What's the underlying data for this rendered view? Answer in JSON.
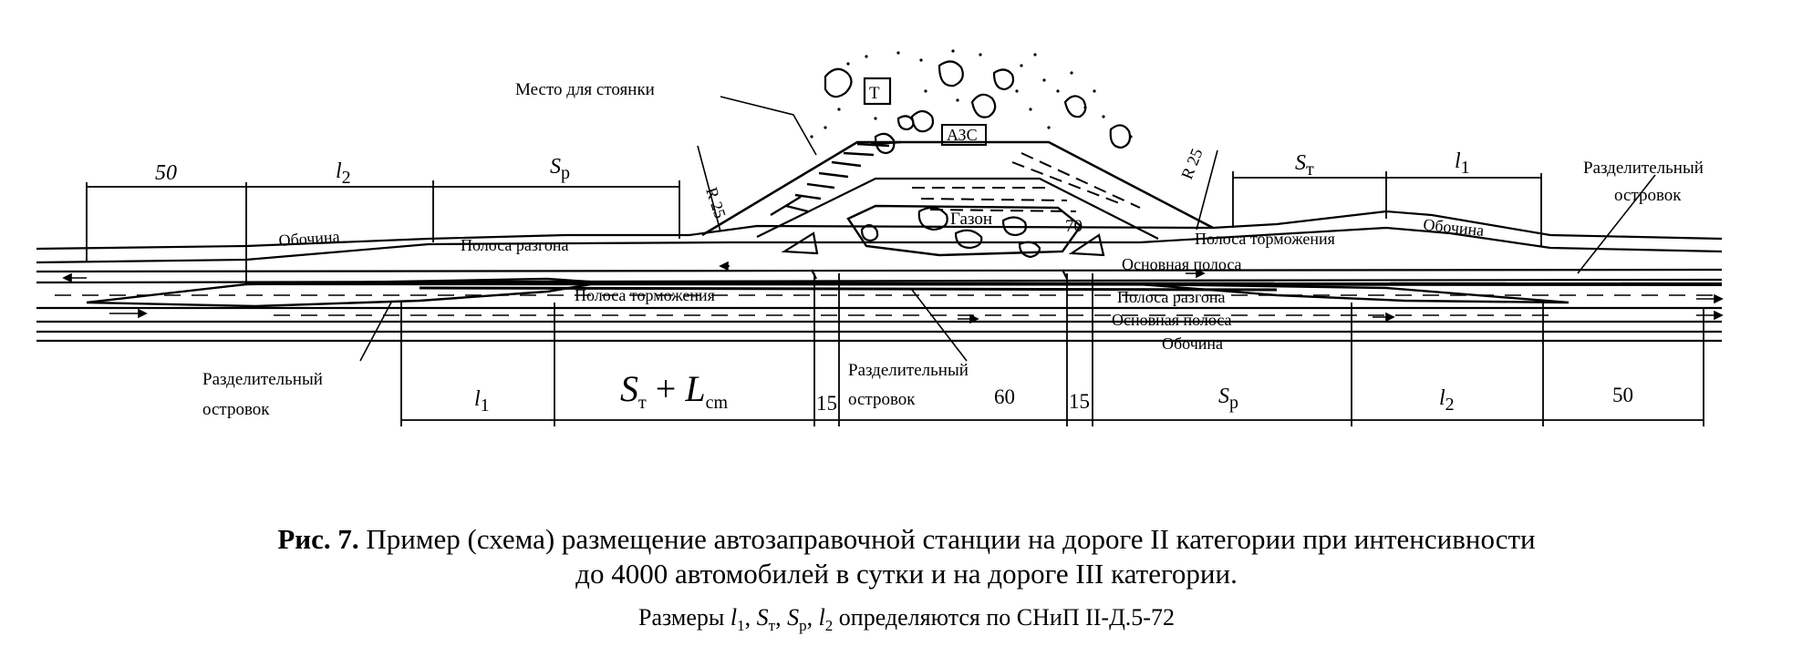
{
  "diagram": {
    "labels": {
      "parking": "Место для стоянки",
      "fuel_station": "АЗС",
      "toilet": "Т",
      "lawn": "Газон",
      "shoulder": "Обочина",
      "accel_lane": "Полоса разгона",
      "decel_lane": "Полоса торможения",
      "main_lane": "Основная полоса",
      "separator_line1": "Разделительный",
      "separator_line2": "островок",
      "radius": "R 25"
    },
    "dimensions": {
      "top": {
        "d50": "50",
        "l2_sym": "l",
        "l2_sub": "2",
        "sp_sym": "S",
        "sp_sub": "p",
        "st_sym": "S",
        "st_sub": "т",
        "l1_sym": "l",
        "l1_sub": "1",
        "angle70": "70"
      },
      "bottom": {
        "l1_sym": "l",
        "l1_sub": "1",
        "st_lcm_s": "S",
        "st_lcm_ssub": "т",
        "st_lcm_plus": " + ",
        "st_lcm_l": "L",
        "st_lcm_lsub": "cm",
        "d15": "15",
        "d60": "60",
        "sp_sym": "S",
        "sp_sub": "р",
        "l2_sym": "l",
        "l2_sub": "2",
        "d50": "50"
      }
    }
  },
  "caption": {
    "fig_label": "Рис. 7.",
    "line1": " Пример (схема) размещение автозаправочной станции на дороге II категории при интенсивности",
    "line2": "до 4000 автомобилей в сутки и на дороге III категории.",
    "line3_prefix": "Размеры ",
    "l1": "l",
    "l1_sub": "1",
    "sep1": ", ",
    "st": "S",
    "st_sub": "т",
    "sep2": ", ",
    "sp": "S",
    "sp_sub": "р",
    "sep3": ", ",
    "l2": "l",
    "l2_sub": "2",
    "line3_suffix": " определяются по СНиП II-Д.5-72"
  }
}
